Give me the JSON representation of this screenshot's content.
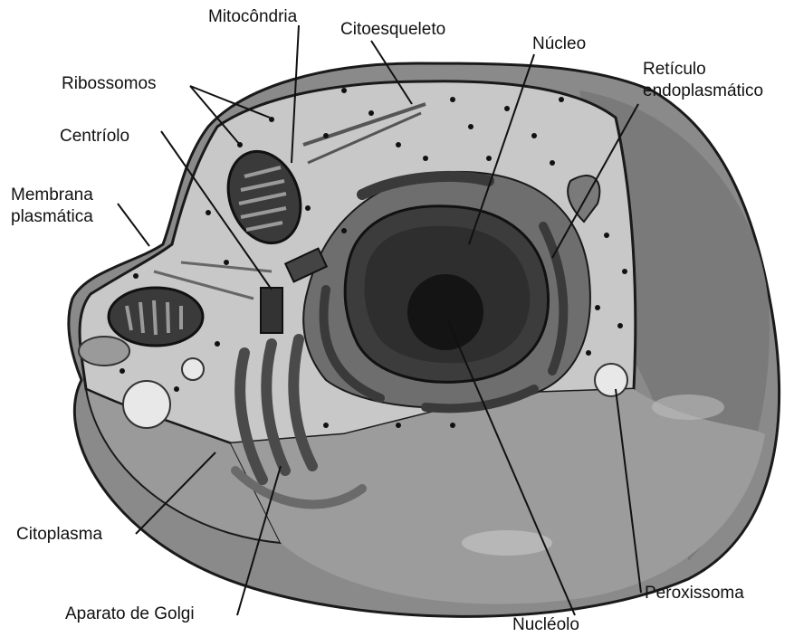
{
  "labels": {
    "mitocondria": "Mitocôndria",
    "citoesqueleto": "Citoesqueleto",
    "nucleo": "Núcleo",
    "ribossomos": "Ribossomos",
    "reticulo_line1": "Retículo",
    "reticulo_line2": "endoplasmático",
    "centriolo": "Centríolo",
    "membrana_line1": "Membrana",
    "membrana_line2": "plasmática",
    "citoplasma": "Citoplasma",
    "peroxissoma": "Peroxissoma",
    "aparato_golgi": "Aparato de Golgi",
    "nucleolo": "Nucléolo"
  }
}
